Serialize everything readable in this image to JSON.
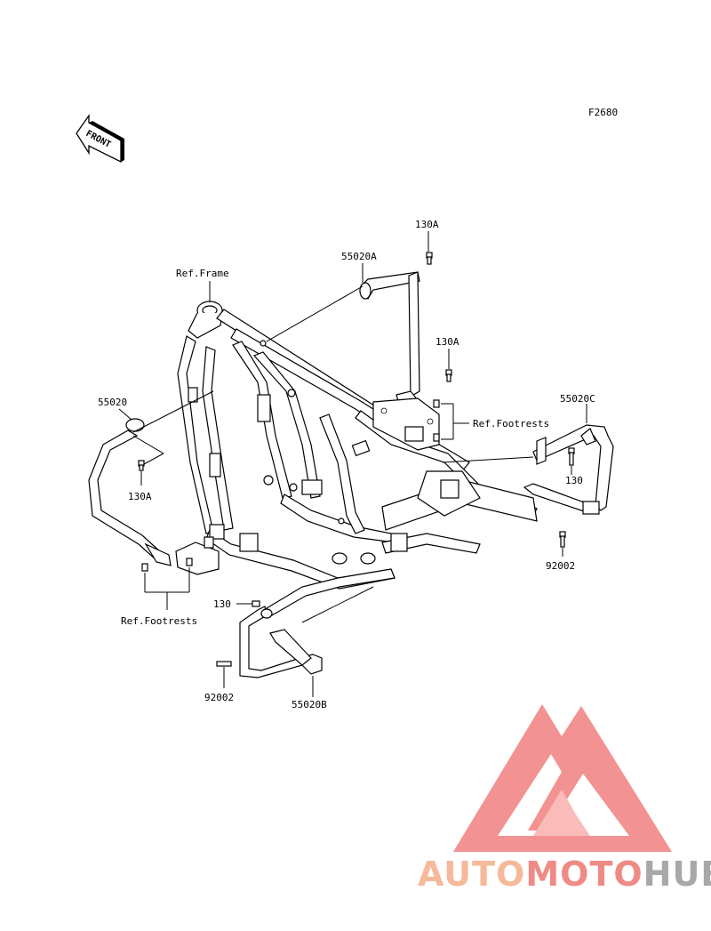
{
  "figure_code": "F2680",
  "front_badge": "FRONT",
  "labels": {
    "ref_frame": "Ref.Frame",
    "p55020A": "55020A",
    "p130A_top": "130A",
    "p130A_mid": "130A",
    "ref_footrests_right": "Ref.Footrests",
    "p55020C": "55020C",
    "p130_right": "130",
    "p92002_right": "92002",
    "p55020": "55020",
    "p130A_left": "130A",
    "ref_footrests_left": "Ref.Footrests",
    "p130_left": "130",
    "p92002_left": "92002",
    "p55020B": "55020B"
  },
  "watermark": {
    "part1": "AUTO",
    "part2": "MOTO",
    "part3": "HUB",
    "color1": "#f6b99a",
    "color2": "#f08a84",
    "color3": "#a8a8a8",
    "logo_color": "#f27f7f"
  }
}
